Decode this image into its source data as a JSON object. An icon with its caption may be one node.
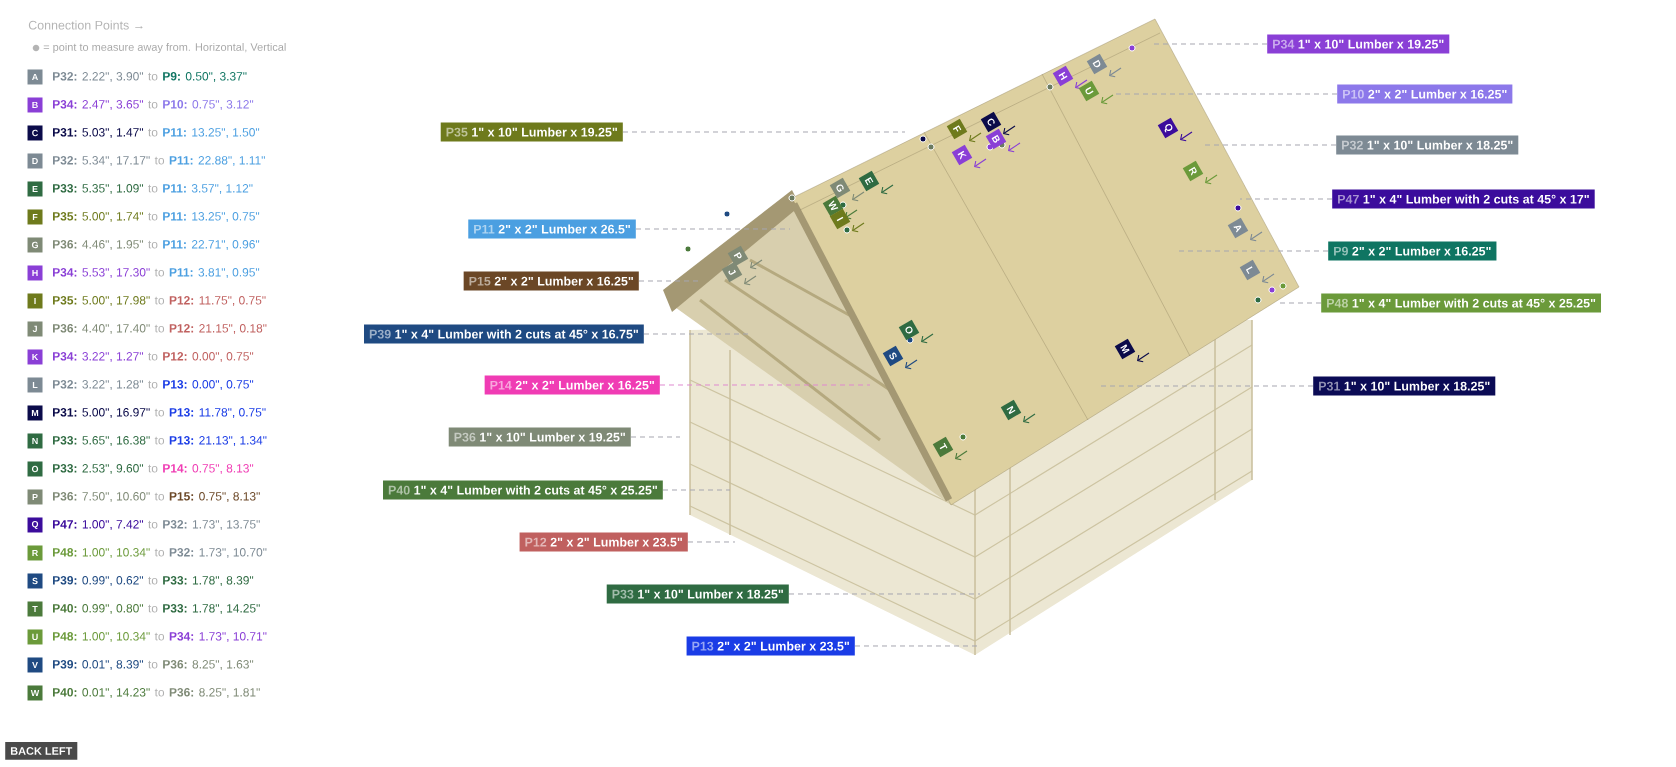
{
  "diagram": {
    "title": "Connection Points →",
    "nodes": [
      {
        "text": [
          "P34",
          "1\" x 10\" Lumber  x 19.25\""
        ]
      },
      {
        "text": [
          "P10",
          "2\" x 2\" Lumber x 16.25\""
        ]
      },
      {
        "text": [
          "P35",
          "1\" x 10\" Lumber  x 19.25\""
        ]
      },
      {
        "text": [
          "P32",
          "1\" x 10\" Lumber  x 18.25\""
        ]
      },
      {
        "text": [
          "P47",
          "1\" x 4\" Lumber with 2 cuts at 45° x 17\""
        ]
      },
      {
        "text": [
          "P11",
          "2\" x 2\" Lumber x 26.5\""
        ]
      },
      {
        "text": [
          "P9",
          "2\" x 2\" Lumber x 16.25\""
        ]
      },
      {
        "text": [
          "P15",
          "2\" x 2\" Lumber x 16.25\""
        ]
      },
      {
        "text": [
          "P48",
          "1\" x 4\" Lumber with 2 cuts at 45° x 25.25\""
        ]
      },
      {
        "text": [
          "P39",
          "1\" x 4\" Lumber with 2 cuts at 45° x 16.75\""
        ]
      },
      {
        "text": [
          "P31",
          "1\" x 10\" Lumber  x 18.25\""
        ]
      },
      {
        "text": [
          "P14",
          "2\" x 2\" Lumber x 16.25\""
        ]
      },
      {
        "text": [
          "P36",
          "1\" x 10\" Lumber  x 19.25\""
        ]
      },
      {
        "text": [
          "P40",
          "1\" x 4\" Lumber with 2 cuts at 45° x 25.25\""
        ]
      },
      {
        "text": [
          "P12",
          "2\" x 2\" Lumber x 23.5\""
        ]
      },
      {
        "text": [
          "P33",
          "1\" x 10\" Lumber  x 18.25\""
        ]
      },
      {
        "text": [
          "P13",
          "2\" x 2\" Lumber x 23.5\""
        ]
      }
    ],
    "edges": [
      {
        "from": 0,
        "to": null,
        "arrow": "none",
        "style": "dashed"
      },
      {
        "from": 1,
        "to": null,
        "arrow": "none",
        "style": "dashed"
      },
      {
        "from": 2,
        "to": null,
        "arrow": "none",
        "style": "dashed"
      },
      {
        "from": 3,
        "to": null,
        "arrow": "none",
        "style": "dashed"
      },
      {
        "from": 4,
        "to": null,
        "arrow": "none",
        "style": "dashed"
      },
      {
        "from": 5,
        "to": null,
        "arrow": "none",
        "style": "dashed"
      },
      {
        "from": 6,
        "to": null,
        "arrow": "none",
        "style": "dashed"
      },
      {
        "from": 7,
        "to": null,
        "arrow": "none",
        "style": "dashed"
      },
      {
        "from": 8,
        "to": null,
        "arrow": "none",
        "style": "dashed"
      },
      {
        "from": 9,
        "to": null,
        "arrow": "none",
        "style": "dashed"
      },
      {
        "from": 10,
        "to": null,
        "arrow": "none",
        "style": "dashed"
      },
      {
        "from": 11,
        "to": null,
        "arrow": "none",
        "style": "dashed",
        "color": "#e08ad0"
      },
      {
        "from": 12,
        "to": null,
        "arrow": "none",
        "style": "dashed"
      },
      {
        "from": 13,
        "to": null,
        "arrow": "none",
        "style": "dashed"
      },
      {
        "from": 14,
        "to": null,
        "arrow": "none",
        "style": "dashed"
      },
      {
        "from": 15,
        "to": null,
        "arrow": "none",
        "style": "dashed"
      },
      {
        "from": 16,
        "to": null,
        "arrow": "none",
        "style": "dashed"
      }
    ],
    "labels": [
      "= point to measure away from. Horizontal, Vertical",
      "A",
      "**P32:** 2.22\", 3.90\"",
      "to",
      "**P9:** 0.50\", 3.37\"",
      "B",
      "**P34:** 2.47\", 3.65\"",
      "to",
      "**P10:** 0.75\", 3.12\"",
      "C",
      "**P31:** 5.03\", 1.47\"",
      "to",
      "**P11:** 13.25\", 1.50\"",
      "D",
      "**P32:** 5.34\", 17.17\"",
      "to",
      "**P11:** 22.88\", 1.11\"",
      "E",
      "**P33:** 5.35\", 1.09\"",
      "to",
      "**P11:** 3.57\", 1.12\"",
      "F",
      "**P35:** 5.00\", 1.74\"",
      "to",
      "**P11:** 13.25\", 0.75\"",
      "G",
      "**P36:** 4.46\", 1.95\"",
      "to",
      "**P11:** 22.71\", 0.96\"",
      "H",
      "**P34:** 5.53\", 17.30\"",
      "to",
      "**P11:** 3.81\", 0.95\"",
      "I",
      "**P35:** 5.00\", 17.98\"",
      "to",
      "**P12:** 11.75\", 0.75\"",
      "J",
      "**P36:** 4.40\", 17.40\"",
      "to",
      "**P12:** 21.15\", 0.18\"",
      "K",
      "**P34:** 3.22\", 1.27\"",
      "to",
      "**P12:** 0.00\", 0.75\"",
      "L",
      "**P32:** 3.22\", 1.28\"",
      "to",
      "**P13:** 0.00\", 0.75\"",
      "M",
      "**P31:** 5.00\", 16.97\"",
      "to",
      "**P13:** 11.78\", 0.75\"",
      "N",
      "**P33:** 5.65\", 16.38\"",
      "to",
      "**P13:** 21.13\", 1.34\"",
      "O",
      "**P33:** 2.53\", 9.60\"",
      "to",
      "**P14:** 0.75\", 8.13\"",
      "P",
      "**P36:** 7.50\", 10.60\"",
      "to",
      "**P15:** 0.75\", 8.13\"",
      "Q",
      "**P47:** 1.00\", 7.42\"",
      "to",
      "**P32:** 1.73\", 13.75\"",
      "R",
      "**P48:** 1.00\", 10.34\"",
      "to",
      "**P32:** 1.73\", 10.70\"",
      "S",
      "**P39:** 0.99\", 0.62\"",
      "to",
      "**P33:** 1.78\", 8.39\"",
      "T",
      "**P40:** 0.99\", 0.80\"",
      "to",
      "**P33:** 1.78\", 14.25\"",
      "U",
      "**P48:** 1.00\", 10.34\"",
      "to",
      "**P34:** 1.73\", 10.71\"",
      "V",
      "**P39:** 0.01\", 8.39\"",
      "to",
      "**P36:** 8.25\", 1.63\"",
      "W",
      "**P40:** 0.01\", 14.23\"",
      "to",
      "**P36:** 8.25\", 1.81\"",
      "D",
      "H",
      "U",
      "F",
      "C",
      "B",
      "Q",
      "K",
      "R",
      "E",
      "G",
      "W",
      "I",
      "A",
      "P",
      "J",
      "L",
      "O",
      "M",
      "S",
      "N",
      "T",
      "BACK LEFT"
    ]
  }
}
